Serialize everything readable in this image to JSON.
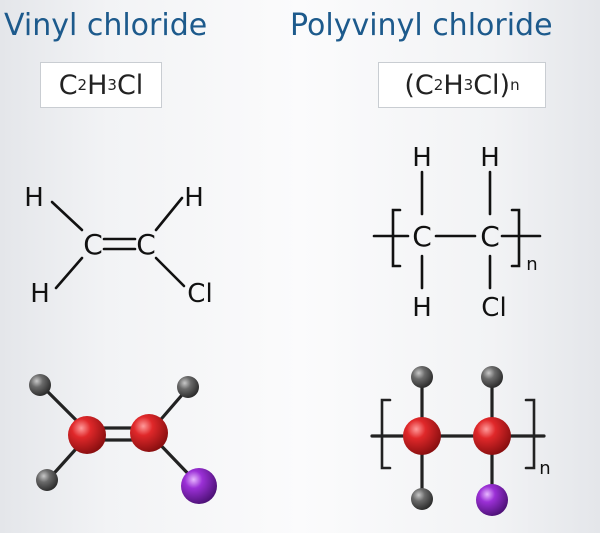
{
  "left": {
    "title": "Vinyl chloride",
    "formula": {
      "c": "C",
      "c_sub": "2",
      "h": "H",
      "h_sub": "3",
      "cl": "Cl",
      "tail": ""
    },
    "structure": {
      "h_top_left": "H",
      "h_top_right": "H",
      "h_bottom_left": "H",
      "c1": "C",
      "c2": "C",
      "cl": "Cl"
    }
  },
  "right": {
    "title": "Polyvinyl chloride",
    "formula": {
      "open": "(",
      "c": "C",
      "c_sub": "2",
      "h": "H",
      "h_sub": "3",
      "cl": "Cl",
      "close": ")",
      "n_sub": "n"
    },
    "structure": {
      "h_top_1": "H",
      "h_top_2": "H",
      "c1": "C",
      "c2": "C",
      "h_bottom": "H",
      "cl": "Cl",
      "n": "n"
    },
    "model": {
      "n": "n"
    }
  },
  "colors": {
    "title": "#1d5a8c",
    "carbon_atom": "#d11f1f",
    "hydrogen_atom": "#5a5a5a",
    "chlorine_atom": "#8e28c4",
    "bond": "#111111"
  }
}
